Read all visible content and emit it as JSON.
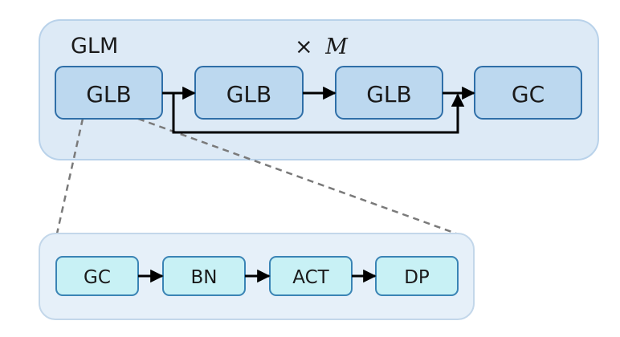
{
  "glm": {
    "title": "GLM",
    "repeat_symbol": "×",
    "repeat_var": "M",
    "blocks": [
      "GLB",
      "GLB",
      "GLB",
      "GC"
    ]
  },
  "detail": {
    "blocks": [
      "GC",
      "BN",
      "ACT",
      "DP"
    ]
  },
  "colors": {
    "outer_fill": "#ddeaf6",
    "outer_stroke": "#b9d2ea",
    "block_fill": "#bcd8ef",
    "block_stroke": "#2f6fa8",
    "detail_fill": "#c8f1f5",
    "detail_stroke": "#3a84b5",
    "arrow": "#000000",
    "dash": "#7a7a7a"
  }
}
